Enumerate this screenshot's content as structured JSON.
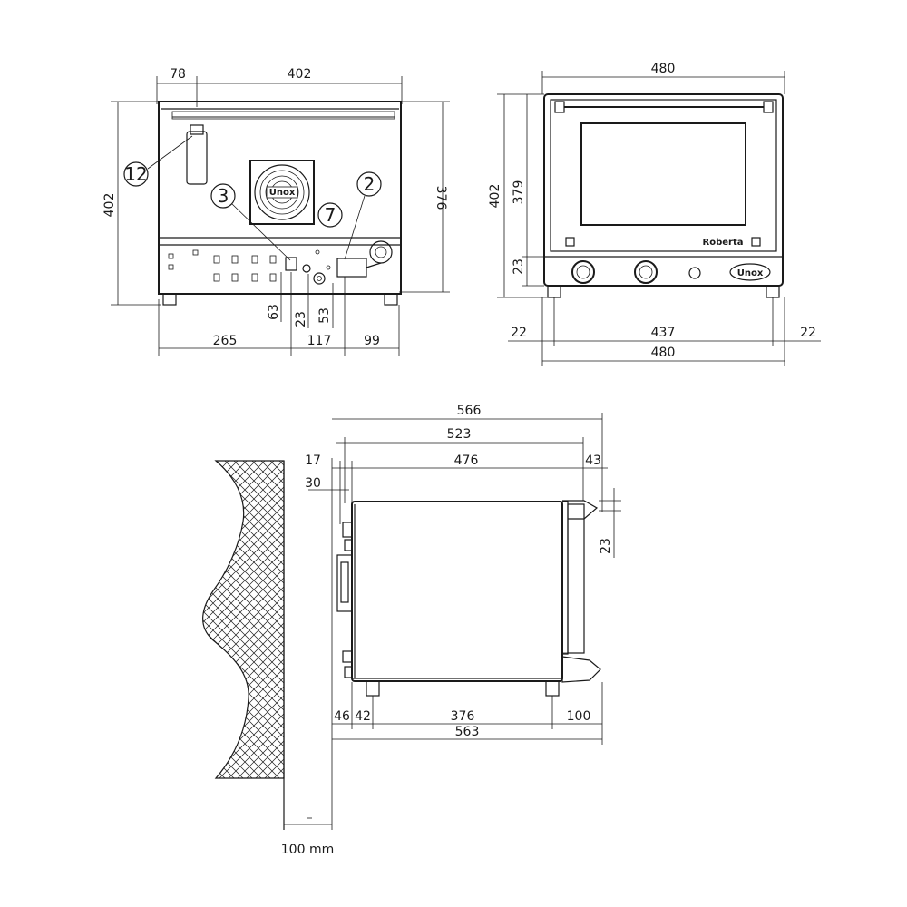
{
  "rear_view": {
    "dims": {
      "top_left": "78",
      "top_right": "402",
      "left_height": "402",
      "right_height": "376",
      "bottom_1": "265",
      "bottom_2": "117",
      "bottom_3": "99",
      "vert_63": "63",
      "vert_23": "23",
      "vert_53": "53"
    },
    "callouts": {
      "c12": "12",
      "c3": "3",
      "c7": "7",
      "c2": "2"
    },
    "brand": "Unox"
  },
  "front_view": {
    "dims": {
      "top_width": "480",
      "height_total": "402",
      "height_upper": "379",
      "height_panel": "23",
      "foot_left": "22",
      "foot_span": "437",
      "foot_right": "22",
      "bottom_width": "480"
    },
    "brand_model": "Roberta",
    "brand_logo": "Unox"
  },
  "side_view": {
    "dims": {
      "d566": "566",
      "d523": "523",
      "d17": "17",
      "d476": "476",
      "d43": "43",
      "d30": "30",
      "d23": "23",
      "d46": "46",
      "d42": "42",
      "d376": "376",
      "d100": "100",
      "d563": "563"
    },
    "clearance_label": "100 mm"
  }
}
